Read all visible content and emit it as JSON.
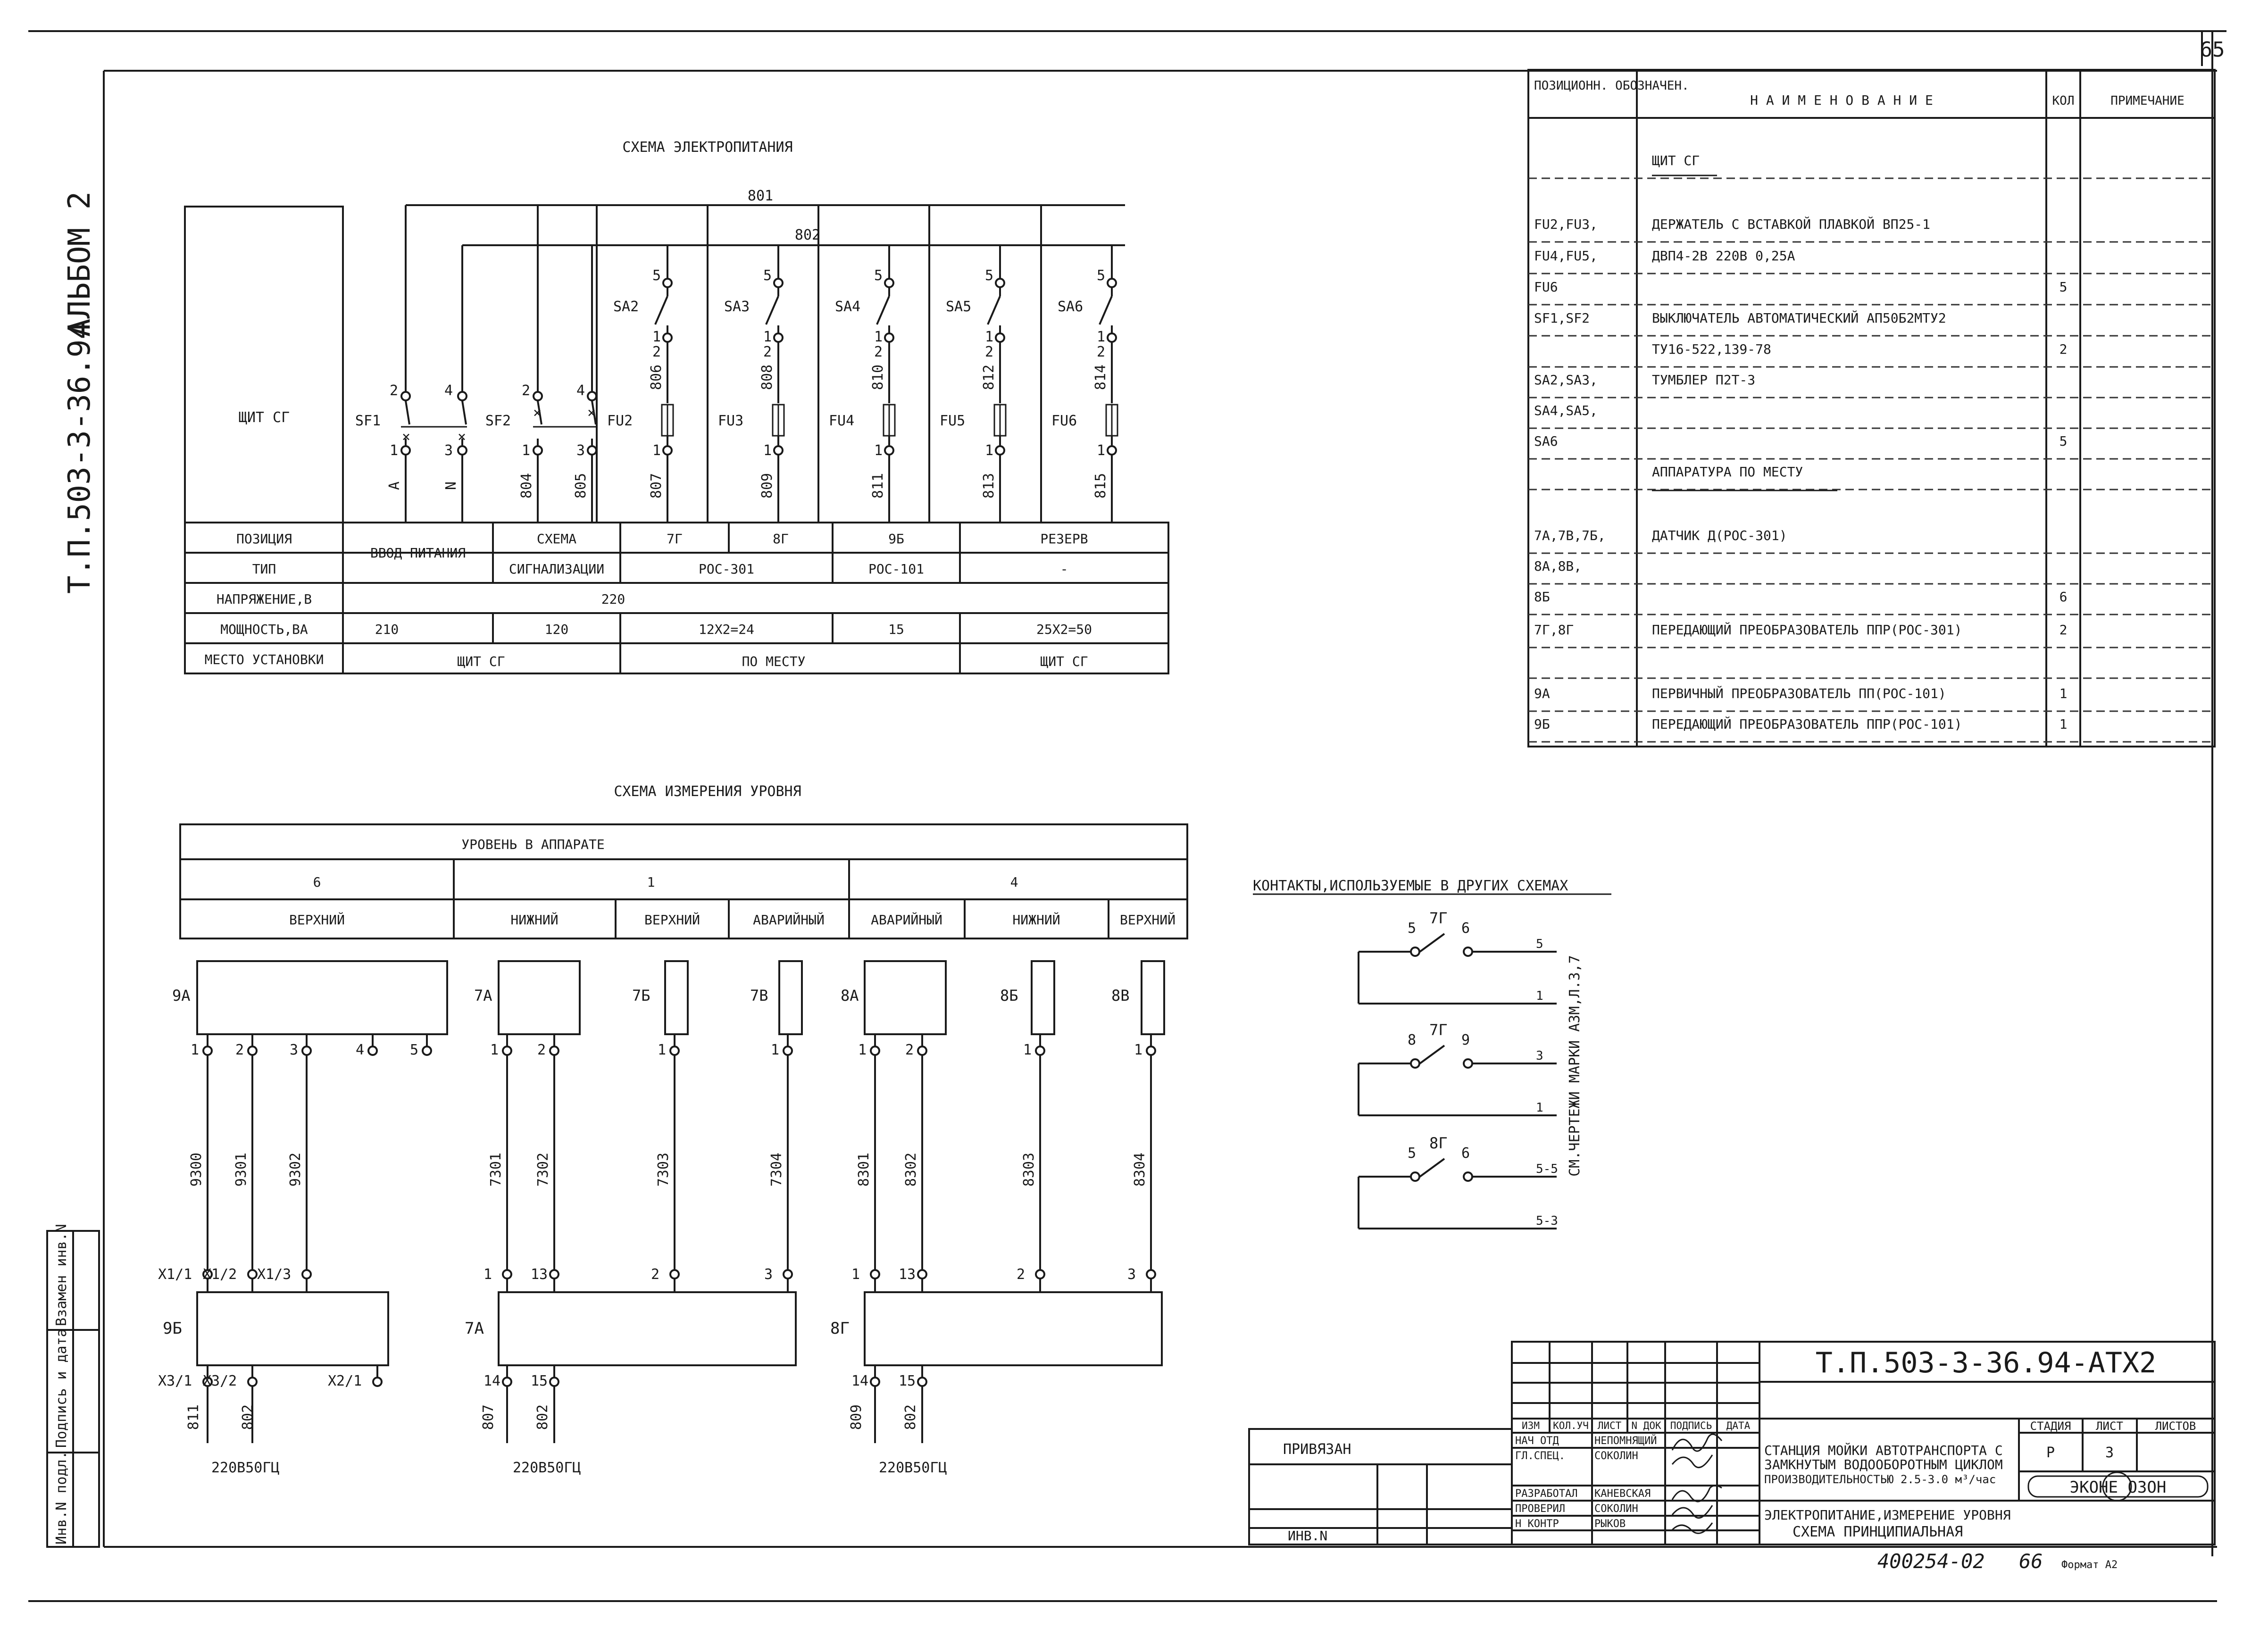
{
  "page_number": "65",
  "side_labels": {
    "album": "АЛЬБОМ 2",
    "project": "Т.П.503-3-36.94"
  },
  "power": {
    "title": "СХЕМА ЭЛЕКТРОПИТАНИЯ",
    "panel": "ЩИТ СГ",
    "bus1": "801",
    "bus2": "802",
    "sf": [
      {
        "name": "SF1",
        "t1": "2",
        "t2": "4",
        "b1": "1",
        "b2": "3",
        "w1": "A",
        "w2": "N"
      },
      {
        "name": "SF2",
        "t1": "2",
        "t2": "4",
        "b1": "1",
        "b2": "3",
        "w1": "804",
        "w2": "805"
      }
    ],
    "branches": [
      {
        "sa": "SA2",
        "fu": "FU2",
        "top": "5",
        "mid": "1",
        "n": "2",
        "w1": "806",
        "w2": "807"
      },
      {
        "sa": "SA3",
        "fu": "FU3",
        "top": "5",
        "mid": "1",
        "n": "2",
        "w1": "808",
        "w2": "809"
      },
      {
        "sa": "SA4",
        "fu": "FU4",
        "top": "5",
        "mid": "1",
        "n": "2",
        "w1": "810",
        "w2": "811"
      },
      {
        "sa": "SA5",
        "fu": "FU5",
        "top": "5",
        "mid": "1",
        "n": "2",
        "w1": "812",
        "w2": "813"
      },
      {
        "sa": "SA6",
        "fu": "FU6",
        "top": "5",
        "mid": "1",
        "n": "2",
        "w1": "814",
        "w2": "815"
      }
    ],
    "table": {
      "row_labels": [
        "ПОЗИЦИЯ",
        "ТИП",
        "НАПРЯЖЕНИЕ,В",
        "МОЩНОСТЬ,ВА",
        "МЕСТО УСТАНОВКИ"
      ],
      "input": "ВВОД ПИТАНИЯ",
      "signal1": "СХЕМА",
      "signal2": "СИГНАЛИЗАЦИИ",
      "pos": [
        "7Г",
        "8Г",
        "9Б",
        "РЕЗЕРВ"
      ],
      "types": [
        "РОС-301",
        "РОС-101",
        "-"
      ],
      "voltage": "220",
      "power": [
        "210",
        "120",
        "12Х2=24",
        "15",
        "25Х2=50"
      ],
      "place": [
        "ЩИТ СГ",
        "ПО МЕСТУ",
        "ЩИТ СГ"
      ]
    }
  },
  "level": {
    "title": "СХЕМА ИЗМЕРЕНИЯ УРОВНЯ",
    "header": "УРОВЕНЬ В АППАРАТЕ",
    "groups": [
      "6",
      "1",
      "4"
    ],
    "cols": [
      "ВЕРХНИЙ",
      "НИЖНИЙ",
      "ВЕРХНИЙ",
      "АВАРИЙНЫЙ",
      "АВАРИЙНЫЙ",
      "НИЖНИЙ",
      "ВЕРХНИЙ"
    ],
    "sensors": [
      {
        "name": "9А",
        "pins": [
          "1",
          "2",
          "3",
          "4",
          "5"
        ]
      },
      {
        "name": "7А",
        "pins": [
          "1",
          "2"
        ]
      },
      {
        "name": "7Б",
        "pins": [
          "1"
        ]
      },
      {
        "name": "7В",
        "pins": [
          "1"
        ]
      },
      {
        "name": "8А",
        "pins": [
          "1",
          "2"
        ]
      },
      {
        "name": "8Б",
        "pins": [
          "1"
        ]
      },
      {
        "name": "8В",
        "pins": [
          "1"
        ]
      }
    ],
    "wires": [
      "9300",
      "9301",
      "9302",
      "7301",
      "7302",
      "7303",
      "7304",
      "8301",
      "8302",
      "8303",
      "8304"
    ],
    "converters": [
      {
        "name": "9Б",
        "in": [
          "X1/1",
          "X1/2",
          "X1/3"
        ],
        "out": [
          "X3/1",
          "X3/2",
          "X2/1"
        ],
        "w": [
          "811",
          "802"
        ],
        "supply": "220В50ГЦ"
      },
      {
        "name": "7А",
        "in": [
          "1",
          "13",
          "2",
          "3"
        ],
        "out": [
          "14",
          "15"
        ],
        "w": [
          "807",
          "802"
        ],
        "supply": "220В50ГЦ"
      },
      {
        "name": "8Г",
        "in": [
          "1",
          "13",
          "2",
          "3"
        ],
        "out": [
          "14",
          "15"
        ],
        "w": [
          "809",
          "802"
        ],
        "supply": "220В50ГЦ"
      }
    ]
  },
  "contacts": {
    "title": "КОНТАКТЫ,ИСПОЛЬЗУЕМЫЕ В ДРУГИХ СХЕМАХ",
    "note": "СМ.ЧЕРТЕЖИ МАРКИ АЗМ,Л.3,7",
    "items": [
      {
        "dev": "7Г",
        "a": "5",
        "b": "6",
        "r1": "5",
        "r2": "1"
      },
      {
        "dev": "7Г",
        "a": "8",
        "b": "9",
        "r1": "3",
        "r2": "1"
      },
      {
        "dev": "8Г",
        "a": "5",
        "b": "6",
        "r1": "5-5",
        "r2": "5-3"
      }
    ]
  },
  "spec": {
    "headers": [
      "ПОЗИЦИОНН. ОБОЗНАЧЕН.",
      "Н А И М Е Н О В А Н И Е",
      "КОЛ",
      "ПРИМЕЧАНИЕ"
    ],
    "rows": [
      {
        "pos": "",
        "name": "ЩИТ СГ",
        "qty": ""
      },
      {
        "pos": "FU2,FU3,",
        "name": "ДЕРЖАТЕЛЬ С ВСТАВКОЙ ПЛАВКОЙ ВП25-1",
        "qty": ""
      },
      {
        "pos": "FU4,FU5,",
        "name": "ДВП4-2В 220В 0,25А",
        "qty": ""
      },
      {
        "pos": "FU6",
        "name": "",
        "qty": "5"
      },
      {
        "pos": "SF1,SF2",
        "name": "ВЫКЛЮЧАТЕЛЬ АВТОМАТИЧЕСКИЙ  АП50Б2МТУ2",
        "qty": ""
      },
      {
        "pos": "",
        "name": "ТУ16-522,139-78",
        "qty": "2"
      },
      {
        "pos": "SA2,SA3,",
        "name": "ТУМБЛЕР П2Т-3",
        "qty": ""
      },
      {
        "pos": "SA4,SA5,",
        "name": "",
        "qty": ""
      },
      {
        "pos": "SA6",
        "name": "",
        "qty": "5"
      },
      {
        "pos": "",
        "name": "АППАРАТУРА ПО МЕСТУ",
        "qty": ""
      },
      {
        "pos": "7А,7В,7Б,",
        "name": "ДАТЧИК  Д(РОС-301)",
        "qty": ""
      },
      {
        "pos": "8А,8В,",
        "name": "",
        "qty": ""
      },
      {
        "pos": "8Б",
        "name": "",
        "qty": "6"
      },
      {
        "pos": "7Г,8Г",
        "name": "ПЕРЕДАЮЩИЙ ПРЕОБРАЗОВАТЕЛЬ ППР(РОС-301)",
        "qty": "2"
      },
      {
        "pos": "",
        "name": "",
        "qty": ""
      },
      {
        "pos": "9А",
        "name": "ПЕРВИЧНЫЙ ПРЕОБРАЗОВАТЕЛЬ ПП(РОС-101)",
        "qty": "1"
      },
      {
        "pos": "9Б",
        "name": "ПЕРЕДАЮЩИЙ ПРЕОБРАЗОВАТЕЛЬ ППР(РОС-101)",
        "qty": "1"
      }
    ]
  },
  "stamp": {
    "code": "Т.П.503-3-36.94-АТХ2",
    "attached": "ПРИВЯЗАН",
    "inv": "ИНВ.N",
    "col_heads": [
      "ИЗМ",
      "КОЛ.УЧ",
      "ЛИСТ",
      "N ДОК",
      "ПОДПИСЬ",
      "ДАТА"
    ],
    "roles": [
      "НАЧ ОТД",
      "ГЛ.СПЕЦ.",
      "РАЗРАБОТАЛ",
      "ПРОВЕРИЛ",
      "Н КОНТР"
    ],
    "people": [
      "НЕПОМНЯЩИЙ",
      "СОКОЛИН",
      "КАНЕВСКАЯ",
      "СОКОЛИН",
      "РЫКОВ"
    ],
    "title1": [
      "СТАНЦИЯ МОЙКИ АВТОТРАНСПОРТА С",
      "ЗАМКНУТЫМ ВОДООБОРОТНЫМ ЦИКЛОМ",
      "ПРОИЗВОДИТЕЛЬНОСТЬЮ 2.5-3.0 м³/час"
    ],
    "title2": [
      "ЭЛЕКТРОПИТАНИЕ,ИЗМЕРЕНИЕ УРОВНЯ",
      "СХЕМА ПРИНЦИПИАЛЬНАЯ"
    ],
    "stage_h": "СТАДИЯ",
    "sheet_h": "ЛИСТ",
    "sheets_h": "ЛИСТОВ",
    "stage": "Р",
    "sheet": "3",
    "org": "ЭКОНЕ ОЗОН",
    "handwritten": "400254-02",
    "hand_num": "66",
    "format": "Формат А2"
  },
  "left_strip": [
    "Инв.N подл.",
    "Подпись и дата",
    "Взамен инв.N"
  ]
}
